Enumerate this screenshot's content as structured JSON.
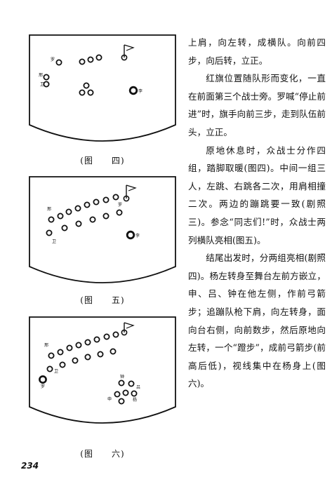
{
  "diagrams": [
    {
      "caption_label": "图",
      "caption_number": "四",
      "labels": [
        {
          "id": "luo",
          "text": "罗"
        },
        {
          "id": "xing",
          "text": "邢"
        },
        {
          "id": "wei",
          "text": "卫"
        },
        {
          "id": "li",
          "text": "李"
        }
      ]
    },
    {
      "caption_label": "图",
      "caption_number": "五",
      "labels": [
        {
          "id": "luo",
          "text": "罗"
        },
        {
          "id": "xing",
          "text": "邢"
        },
        {
          "id": "wei",
          "text": "卫"
        },
        {
          "id": "li",
          "text": "李"
        }
      ]
    },
    {
      "caption_label": "图",
      "caption_number": "六",
      "labels": [
        {
          "id": "xing",
          "text": "邢"
        },
        {
          "id": "wei",
          "text": "卫"
        },
        {
          "id": "luo",
          "text": "罗"
        },
        {
          "id": "zhong",
          "text": "钟"
        },
        {
          "id": "lv",
          "text": "吕"
        },
        {
          "id": "shen",
          "text": "申"
        },
        {
          "id": "yang",
          "text": "杨"
        }
      ]
    }
  ],
  "text": {
    "p1": "上肩，向左转，成横队。向前四步，向后转，立正。",
    "p2": "红旗位置随队形而变化，一直在前面第三个战士旁。罗喊“停止前进”时，旗手向前三步，走到队伍前头，立正。",
    "p3": "原地休息时，众战士分作四组，踏脚取暖(图四)。中间一组三人，左跳、右跳各二次，用肩相撞二次。两边的蹦跳要一致(剧照三)。参念“同志们!”时，众战士两列横队亮相(图五)。",
    "p4": "结尾出发时，分两组亮相(剧照四)。杨左转身至舞台左前方嵌立，申、吕、钟在他左侧，作前弓箭步；追蹦队枪下肩，向左转身，面向台右侧，向前数步，然后原地向左转，一个“蹬步”，成前弓箭步(前高后低)，视线集中在杨身上(图六)。"
  },
  "page_number": "234"
}
